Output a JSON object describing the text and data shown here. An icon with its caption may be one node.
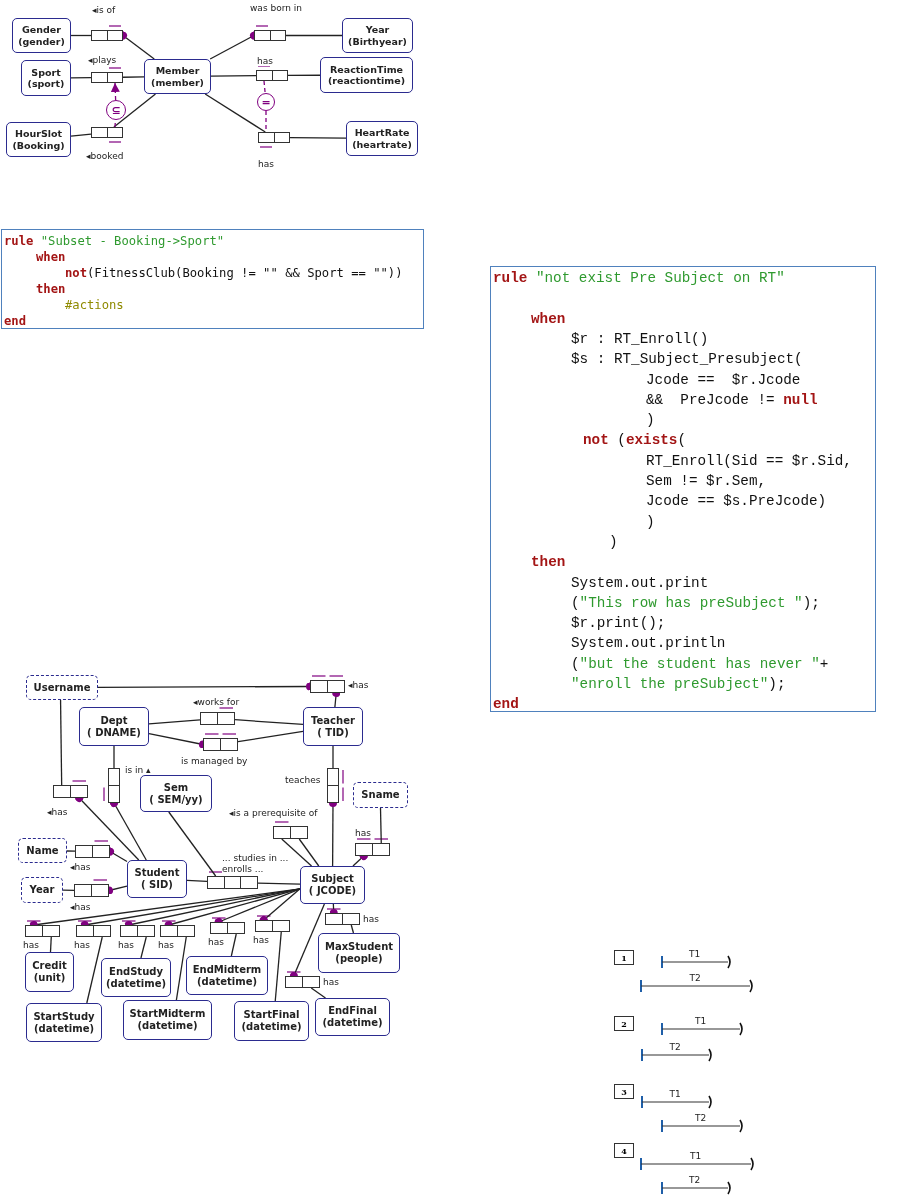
{
  "diagram": {
    "nodes": [
      {
        "text": [
          "Gender",
          "(gender)"
        ]
      },
      {
        "text": [
          "Sport",
          "(sport)"
        ]
      },
      {
        "text": [
          "HourSlot",
          "(Booking)"
        ]
      },
      {
        "text": [
          "Member",
          "(member)"
        ]
      },
      {
        "text": [
          "Year",
          "(Birthyear)"
        ]
      },
      {
        "text": [
          "ReactionTime",
          "(reactiontime)"
        ]
      },
      {
        "text": [
          "HeartRate",
          "(heartrate)"
        ]
      },
      {
        "text": [],
        "shape": "box",
        "beside": [
          "◂is of"
        ]
      },
      {
        "text": [],
        "shape": "box",
        "beside": [
          "◂plays"
        ]
      },
      {
        "text": [],
        "shape": "box",
        "beside": [
          "◂booked"
        ]
      },
      {
        "text": [],
        "shape": "box",
        "beside": [
          "was born in"
        ]
      },
      {
        "text": [],
        "shape": "box",
        "beside": [
          "has"
        ]
      },
      {
        "text": [],
        "shape": "box",
        "beside": [
          "has"
        ]
      },
      {
        "text": [
          "⊆"
        ]
      },
      {
        "text": [
          "="
        ]
      },
      {
        "text": [
          "rule \"Subset - Booking->Sport\"",
          "when",
          "not(FitnessClub(Booking != \"\" && Sport == \"\"))",
          "then",
          "#actions",
          "end"
        ]
      },
      {
        "text": [
          "rule \"not exist Pre Subject on RT\"",
          "when",
          "$r : RT_Enroll()",
          "$s : RT_Subject_Presubject(",
          "Jcode ==  $r.Jcode",
          "&&  PreJcode != null",
          ")",
          "not (exists(",
          "RT_Enroll(Sid == $r.Sid,",
          "Sem != $r.Sem,",
          "Jcode == $s.PreJcode)",
          ")",
          ")",
          "then",
          "System.out.print",
          "(\"This row has preSubject \");",
          "$r.print();",
          "System.out.println",
          "(\"but the student has never \"+",
          "\"enroll the preSubject\");",
          "end"
        ]
      },
      {
        "text": [
          "Username"
        ]
      },
      {
        "text": [
          "Dept",
          "( DNAME)"
        ]
      },
      {
        "text": [
          "Teacher",
          "( TID)"
        ]
      },
      {
        "text": [],
        "shape": "box",
        "beside": [
          "◂has"
        ]
      },
      {
        "text": [],
        "shape": "box",
        "beside": [
          "◂works for"
        ]
      },
      {
        "text": [],
        "shape": "box",
        "beside": [
          "is managed by"
        ]
      },
      {
        "text": [
          "Sem",
          "( SEM/yy)"
        ]
      },
      {
        "text": [
          "Sname"
        ]
      },
      {
        "text": [],
        "shape": "box",
        "beside": [
          "◂has"
        ]
      },
      {
        "text": [],
        "shape": "box",
        "beside": [
          "is in ▴"
        ]
      },
      {
        "text": [],
        "shape": "box",
        "beside": [
          "teaches"
        ]
      },
      {
        "text": [],
        "shape": "box",
        "beside": [
          "◂is a prerequisite of"
        ]
      },
      {
        "text": [],
        "shape": "box",
        "beside": [
          "has"
        ]
      },
      {
        "text": [
          "Name"
        ]
      },
      {
        "text": [],
        "shape": "box",
        "beside": [
          "◂has"
        ]
      },
      {
        "text": [
          "Student",
          "( SID)"
        ]
      },
      {
        "text": [],
        "shape": "box",
        "beside": [
          "... studies in ... enrolls ..."
        ]
      },
      {
        "text": [
          "Subject",
          "( JCODE)"
        ]
      },
      {
        "text": [
          "Year"
        ]
      },
      {
        "text": [],
        "shape": "box",
        "beside": [
          "◂has"
        ]
      },
      {
        "text": [],
        "shape": "box",
        "beside": [
          "has"
        ]
      },
      {
        "text": [],
        "shape": "box",
        "beside": [
          "has"
        ]
      },
      {
        "text": [],
        "shape": "box",
        "beside": [
          "has"
        ]
      },
      {
        "text": [],
        "shape": "box",
        "beside": [
          "has"
        ]
      },
      {
        "text": [],
        "shape": "box",
        "beside": [
          "has"
        ]
      },
      {
        "text": [],
        "shape": "box",
        "beside": [
          "has"
        ]
      },
      {
        "text": [],
        "shape": "box",
        "beside": [
          "has"
        ]
      },
      {
        "text": [
          "MaxStudent",
          "(people)"
        ]
      },
      {
        "text": [
          "Credit",
          "(unit)"
        ]
      },
      {
        "text": [
          "EndStudy",
          "(datetime)"
        ]
      },
      {
        "text": [
          "EndMidterm",
          "(datetime)"
        ]
      },
      {
        "text": [],
        "shape": "box",
        "beside": [
          "has"
        ]
      },
      {
        "text": [
          "StartStudy",
          "(datetime)"
        ]
      },
      {
        "text": [
          "StartMidterm",
          "(datetime)"
        ]
      },
      {
        "text": [
          "StartFinal",
          "(datetime)"
        ]
      },
      {
        "text": [
          "EndFinal",
          "(datetime)"
        ]
      },
      {
        "text": [
          "1"
        ]
      },
      {
        "text": [
          "2"
        ]
      },
      {
        "text": [
          "3"
        ]
      },
      {
        "text": [
          "4"
        ]
      }
    ],
    "edges": [
      {
        "from": 0,
        "to": 7,
        "arrow": "none"
      },
      {
        "from": 3,
        "to": 7,
        "arrow": "other"
      },
      {
        "from": 1,
        "to": 8,
        "arrow": "none"
      },
      {
        "from": 3,
        "to": 8,
        "arrow": "none"
      },
      {
        "from": 2,
        "to": 9,
        "arrow": "none"
      },
      {
        "from": 3,
        "to": 9,
        "arrow": "none"
      },
      {
        "from": 3,
        "to": 10,
        "arrow": "other"
      },
      {
        "from": 4,
        "to": 10,
        "arrow": "none"
      },
      {
        "from": 3,
        "to": 11,
        "arrow": "none"
      },
      {
        "from": 5,
        "to": 11,
        "arrow": "none"
      },
      {
        "from": 3,
        "to": 12,
        "arrow": "none"
      },
      {
        "from": 6,
        "to": 12,
        "arrow": "none"
      },
      {
        "from": 9,
        "to": 13,
        "arrow": "none",
        "style": "dashed",
        "color": "#800080"
      },
      {
        "from": 13,
        "to": 8,
        "arrow": "to",
        "style": "dashed",
        "color": "#800080"
      },
      {
        "from": 11,
        "to": 14,
        "arrow": "none",
        "style": "dashed",
        "color": "#800080"
      },
      {
        "from": 14,
        "to": 12,
        "arrow": "none",
        "style": "dashed",
        "color": "#800080"
      },
      {
        "from": 17,
        "to": 20,
        "arrow": "other"
      },
      {
        "from": 19,
        "to": 20,
        "arrow": "other"
      },
      {
        "from": 18,
        "to": 21,
        "arrow": "none"
      },
      {
        "from": 19,
        "to": 21,
        "arrow": "none"
      },
      {
        "from": 18,
        "to": 22,
        "arrow": "other"
      },
      {
        "from": 19,
        "to": 22,
        "arrow": "none"
      },
      {
        "from": 17,
        "to": 25,
        "arrow": "none"
      },
      {
        "from": 32,
        "to": 25,
        "arrow": "other"
      },
      {
        "from": 18,
        "to": 26,
        "arrow": "none"
      },
      {
        "from": 32,
        "to": 26,
        "arrow": "other"
      },
      {
        "from": 19,
        "to": 27,
        "arrow": "none"
      },
      {
        "from": 34,
        "to": 27,
        "arrow": "other"
      },
      {
        "from": 34,
        "to": 28,
        "arrow": "none"
      },
      {
        "from": 34,
        "to": 28,
        "arrow": "none"
      },
      {
        "from": 24,
        "to": 29,
        "arrow": "none"
      },
      {
        "from": 34,
        "to": 29,
        "arrow": "other"
      },
      {
        "from": 30,
        "to": 31,
        "arrow": "none"
      },
      {
        "from": 32,
        "to": 31,
        "arrow": "other"
      },
      {
        "from": 35,
        "to": 36,
        "arrow": "none"
      },
      {
        "from": 32,
        "to": 36,
        "arrow": "other"
      },
      {
        "from": 32,
        "to": 33,
        "arrow": "none"
      },
      {
        "from": 33,
        "to": 34,
        "arrow": "none"
      },
      {
        "from": 23,
        "to": 33,
        "arrow": "none"
      },
      {
        "from": 34,
        "to": 37,
        "arrow": "other"
      },
      {
        "from": 34,
        "to": 38,
        "arrow": "other"
      },
      {
        "from": 34,
        "to": 39,
        "arrow": "other"
      },
      {
        "from": 34,
        "to": 40,
        "arrow": "other"
      },
      {
        "from": 34,
        "to": 41,
        "arrow": "other"
      },
      {
        "from": 34,
        "to": 42,
        "arrow": "other"
      },
      {
        "from": 34,
        "to": 43,
        "arrow": "other"
      },
      {
        "from": 34,
        "to": 48,
        "arrow": "other"
      },
      {
        "from": 37,
        "to": 45,
        "arrow": "none"
      },
      {
        "from": 38,
        "to": 49,
        "arrow": "none"
      },
      {
        "from": 39,
        "to": 46,
        "arrow": "none"
      },
      {
        "from": 40,
        "to": 50,
        "arrow": "none"
      },
      {
        "from": 41,
        "to": 47,
        "arrow": "none"
      },
      {
        "from": 42,
        "to": 51,
        "arrow": "none"
      },
      {
        "from": 43,
        "to": 44,
        "arrow": "none"
      },
      {
        "from": 48,
        "to": 52,
        "arrow": "none"
      }
    ],
    "labels": [
      "T1",
      "T2",
      "T1",
      "T2",
      "T1",
      "T2",
      "T1",
      "T2"
    ]
  }
}
